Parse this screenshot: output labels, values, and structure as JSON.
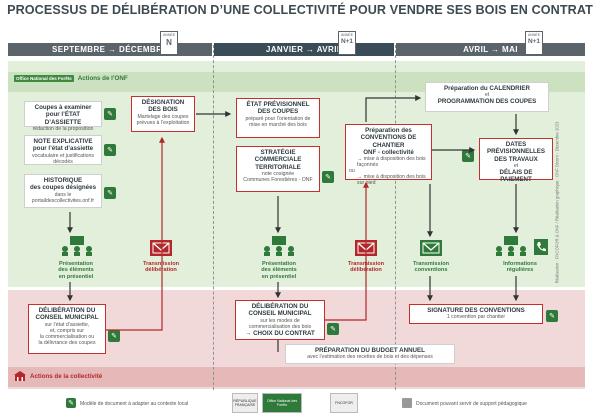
{
  "title": "PROCESSUS DE DÉLIBÉRATION D’UNE COLLECTIVITÉ POUR VENDRE SES BOIS EN CONTRAT",
  "periods": [
    {
      "label": "SEPTEMBRE → DÉCEMBRE",
      "year_word": "ANNÉE",
      "year": "N"
    },
    {
      "label": "JANVIER → AVRIL",
      "year_word": "ANNÉE",
      "year": "N+1"
    },
    {
      "label": "AVRIL → MAI",
      "year_word": "ANNÉE",
      "year": "N+1"
    }
  ],
  "onf_actions": "Actions de l’ONF",
  "onf_tag": "Office National des Forêts",
  "collectivite_actions": "Actions de la collectivité",
  "boxes": {
    "coupes_title_1": "Coupes à examiner",
    "coupes_title_2": "pour l’ÉTAT D’ASSIETTE",
    "coupes_sub": "rédaction de la proposition",
    "note_title_1": "NOTE EXPLICATIVE",
    "note_title_2": "pour l’état d’assiette",
    "note_sub": "vocabulaire et justifications décodés",
    "hist_title_1": "HISTORIQUE",
    "hist_title_2": "des coupes désignées",
    "hist_sub_1": "dans le",
    "hist_sub_2": "portaildescollectivites.onf.fr",
    "desig_title_1": "DÉSIGNATION",
    "desig_title_2": "DES BOIS",
    "desig_sub": "Martelage des coupes prévues à l’exploitation",
    "etat_title_1": "ÉTAT PRÉVISIONNEL",
    "etat_title_2": "DES COUPES",
    "etat_sub": "préparé pour l’orientation de mise en marché des bois",
    "strat_title_1": "STRATÉGIE",
    "strat_title_2": "COMMERCIALE",
    "strat_title_3": "TERRITORIALE",
    "strat_sub_1": "note cosignée",
    "strat_sub_2": "Communes Forestières - ONF",
    "prep_title_1": "Préparation des",
    "prep_title_2": "CONVENTIONS DE CHANTIER",
    "prep_title_3": "ONF - collectivité",
    "prep_ou": "ou",
    "prep_opt1": "mise à disposition des bois façonnés",
    "prep_opt2": "mise à disposition des bois sur pied",
    "cal_title_1": "Préparation du CALENDRIER",
    "cal_title_2": "et",
    "cal_title_3": "PROGRAMMATION DES COUPES",
    "dates_title_1": "DATES PRÉVISIONNELLES",
    "dates_title_2": "DES TRAVAUX",
    "dates_title_3": "et",
    "dates_title_4": "DÉLAIS DE PAIEMENT",
    "delib1_title_1": "DÉLIBÉRATION DU",
    "delib1_title_2": "CONSEIL MUNICIPAL",
    "delib1_sub_1": "sur l’état d’assiette,",
    "delib1_sub_2": "et, compris sur",
    "delib1_sub_3": "la commercialisation ou",
    "delib1_sub_4": "la délivrance des coupes",
    "delib2_title_1": "DÉLIBÉRATION DU",
    "delib2_title_2": "CONSEIL MUNICIPAL",
    "delib2_sub_1": "sur les modes de",
    "delib2_sub_2": "commercialisation des bois",
    "delib2_choice": "→ CHOIX DU CONTRAT",
    "budget_title": "PRÉPARATION DU BUDGET ANNUEL",
    "budget_sub": "avec l’estimation des recettes de bois  et  des dépenses",
    "sign_title": "SIGNATURE DES CONVENTIONS",
    "sign_sub": "1 convention par chantier"
  },
  "labels": {
    "pres1_1": "Présentation",
    "pres1_2": "des éléments",
    "pres1_3": "en présentiel",
    "trans1_1": "Transmission",
    "trans1_2": "délibération",
    "pres2_1": "Présentation",
    "pres2_2": "des éléments",
    "pres2_3": "en présentiel",
    "trans2_1": "Transmission",
    "trans2_2": "délibération",
    "trans3_1": "Transmission",
    "trans3_2": "conventions",
    "info_1": "Informations",
    "info_2": "régulières"
  },
  "footer": {
    "left": "Modèle de document à adapter au contexte local",
    "right": "Document pouvant servir de support pédagogique",
    "logo1_1": "RÉPUBLIQUE",
    "logo1_2": "FRANÇAISE",
    "logo2": "Office National des Forêts",
    "logo3": "FNCOFOR"
  },
  "side_caption": "Réalisation : FNCOFOR & ONF / Réalisation graphique : ONF Dicom - Décembre 2023"
}
